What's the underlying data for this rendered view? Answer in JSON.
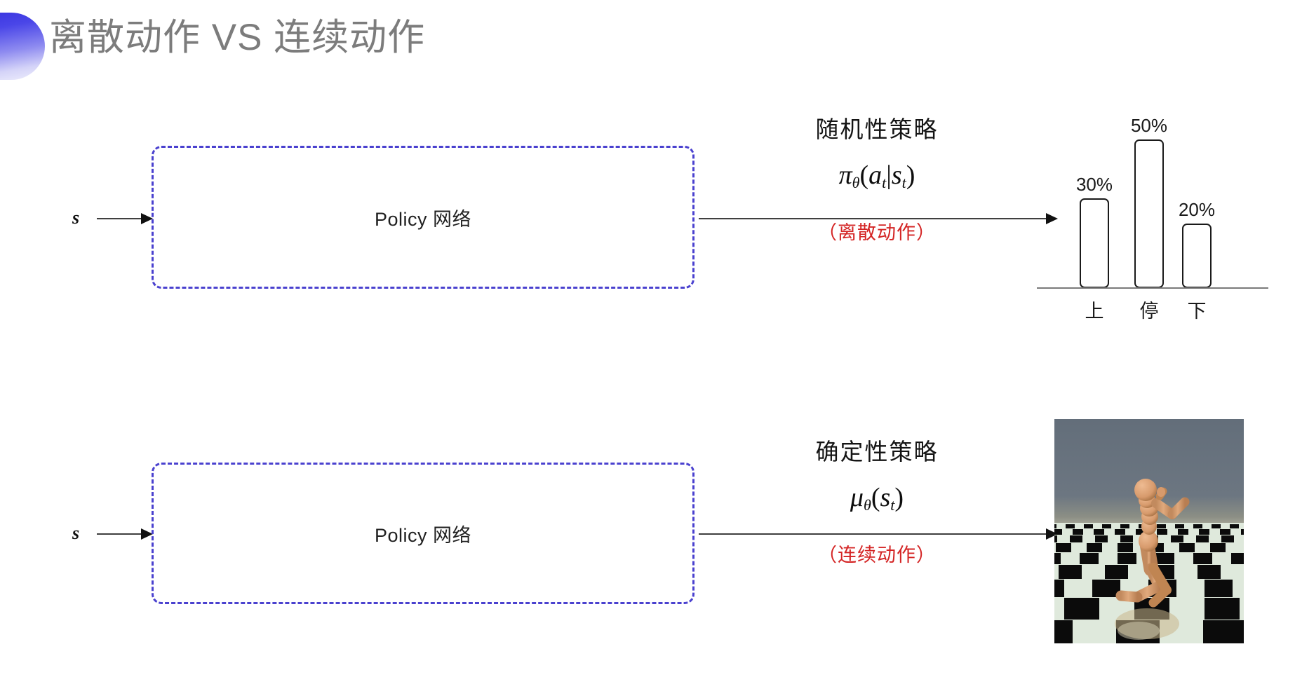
{
  "slide": {
    "title": "离散动作 VS 连续动作",
    "title_color": "#7c7c7c",
    "background": "#ffffff",
    "decoration_icon": "half-circle-gradient"
  },
  "rows": [
    {
      "id": "discrete",
      "state_label": "s",
      "box_label": "Policy 网络",
      "box_border_color": "#4a41cf",
      "policy_kind": "随机性策略",
      "formula_plain": "πθ(at|st)",
      "formula": {
        "fn": "π",
        "sub": "θ",
        "open": "(",
        "arg1": "a",
        "arg1_sub": "t",
        "sep": "|",
        "arg2": "s",
        "arg2_sub": "t",
        "close": ")"
      },
      "action_kind": "（离散动作）",
      "action_kind_color": "#d42424",
      "output_kind": "bar-chart"
    },
    {
      "id": "continuous",
      "state_label": "s",
      "box_label": "Policy 网络",
      "box_border_color": "#4a41cf",
      "policy_kind": "确定性策略",
      "formula_plain": "μθ(st)",
      "formula": {
        "fn": "μ",
        "sub": "θ",
        "open": "(",
        "arg1": "s",
        "arg1_sub": "t",
        "sep": "",
        "arg2": "",
        "arg2_sub": "",
        "close": ")"
      },
      "action_kind": "（连续动作）",
      "action_kind_color": "#d42424",
      "output_kind": "humanoid-simulation-image"
    }
  ],
  "chart_data": {
    "type": "bar",
    "title": "",
    "xlabel": "",
    "ylabel": "",
    "categories": [
      "上",
      "停",
      "下"
    ],
    "values": [
      30,
      50,
      20
    ],
    "value_labels": [
      "30%",
      "50%",
      "20%"
    ],
    "ylim": [
      0,
      60
    ],
    "grid": false,
    "legend": null,
    "bar_style": {
      "fill": "#ffffff",
      "stroke": "#1a1a1a",
      "rounded": true
    }
  },
  "simulation_image": {
    "alt": "humanoid-on-checkerboard-floor",
    "sky_color": "#5f6b77",
    "floor_light": "#dfe9dc",
    "floor_dark": "#0a0a0a",
    "body_color": "#d9a377"
  }
}
